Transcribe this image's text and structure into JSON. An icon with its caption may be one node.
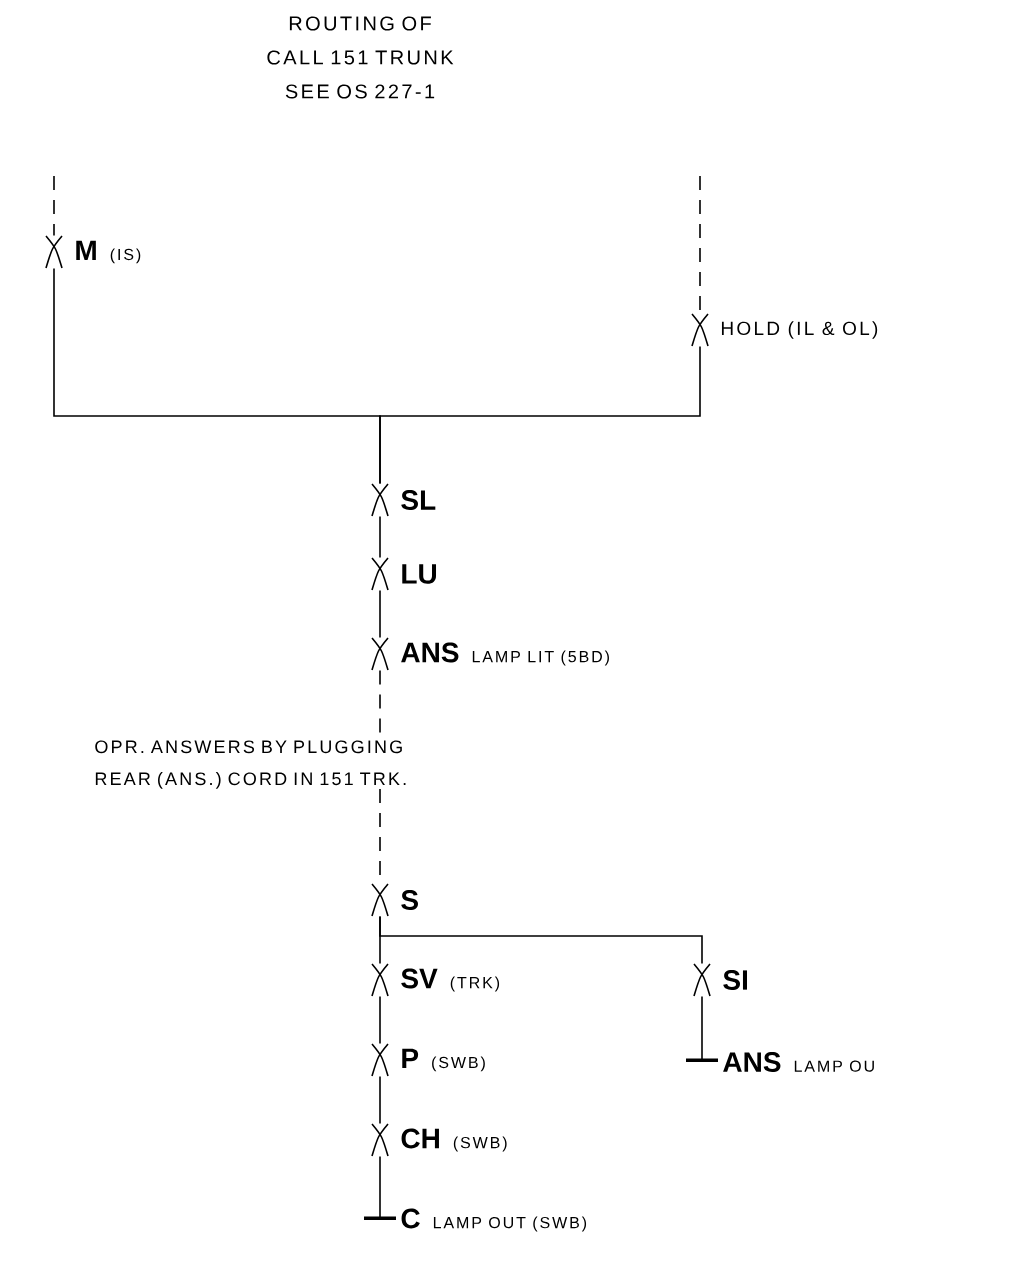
{
  "diagram": {
    "title": "ROUTING OF CALL 151 TRUNK SEE OS 227-1",
    "nodes": [
      {
        "text": [
          "M",
          "(IS)"
        ]
      },
      {
        "text": [
          "HOLD (IL & OL)"
        ]
      },
      {
        "text": [
          "SL"
        ]
      },
      {
        "text": [
          "LU"
        ]
      },
      {
        "text": [
          "ANS",
          "LAMP LIT (5BD)"
        ]
      },
      {
        "text": [
          "OPR. ANSWERS BY PLUGGING REAR (ANS.) CORD IN 151 TRK."
        ]
      },
      {
        "text": [
          "S"
        ]
      },
      {
        "text": [
          "SV",
          "(TRK)"
        ]
      },
      {
        "text": [
          "SI"
        ]
      },
      {
        "text": [
          "P",
          "(SWB)"
        ]
      },
      {
        "text": [
          "ANS",
          "LAMP OU"
        ]
      },
      {
        "text": [
          "CH",
          "(SWB)"
        ]
      },
      {
        "text": [
          "C",
          "LAMP OUT (SWB)"
        ]
      }
    ],
    "edges": [
      {
        "from": null,
        "to": 0,
        "arrow": "none",
        "style": "dashed"
      },
      {
        "from": null,
        "to": 1,
        "arrow": "none",
        "style": "dashed"
      },
      {
        "from": 0,
        "to": 2,
        "arrow": "none"
      },
      {
        "from": 1,
        "to": 2,
        "arrow": "none"
      },
      {
        "from": 2,
        "to": 3,
        "arrow": "none"
      },
      {
        "from": 3,
        "to": 4,
        "arrow": "none"
      },
      {
        "from": 4,
        "to": 5,
        "arrow": "none",
        "style": "dashed"
      },
      {
        "from": 5,
        "to": 6,
        "arrow": "none",
        "style": "dashed"
      },
      {
        "from": 6,
        "to": 7,
        "arrow": "none"
      },
      {
        "from": 6,
        "to": 8,
        "arrow": "none"
      },
      {
        "from": 7,
        "to": 9,
        "arrow": "none"
      },
      {
        "from": 8,
        "to": 10,
        "arrow": "other"
      },
      {
        "from": 9,
        "to": 11,
        "arrow": "none"
      },
      {
        "from": 11,
        "to": 12,
        "arrow": "other"
      }
    ]
  }
}
